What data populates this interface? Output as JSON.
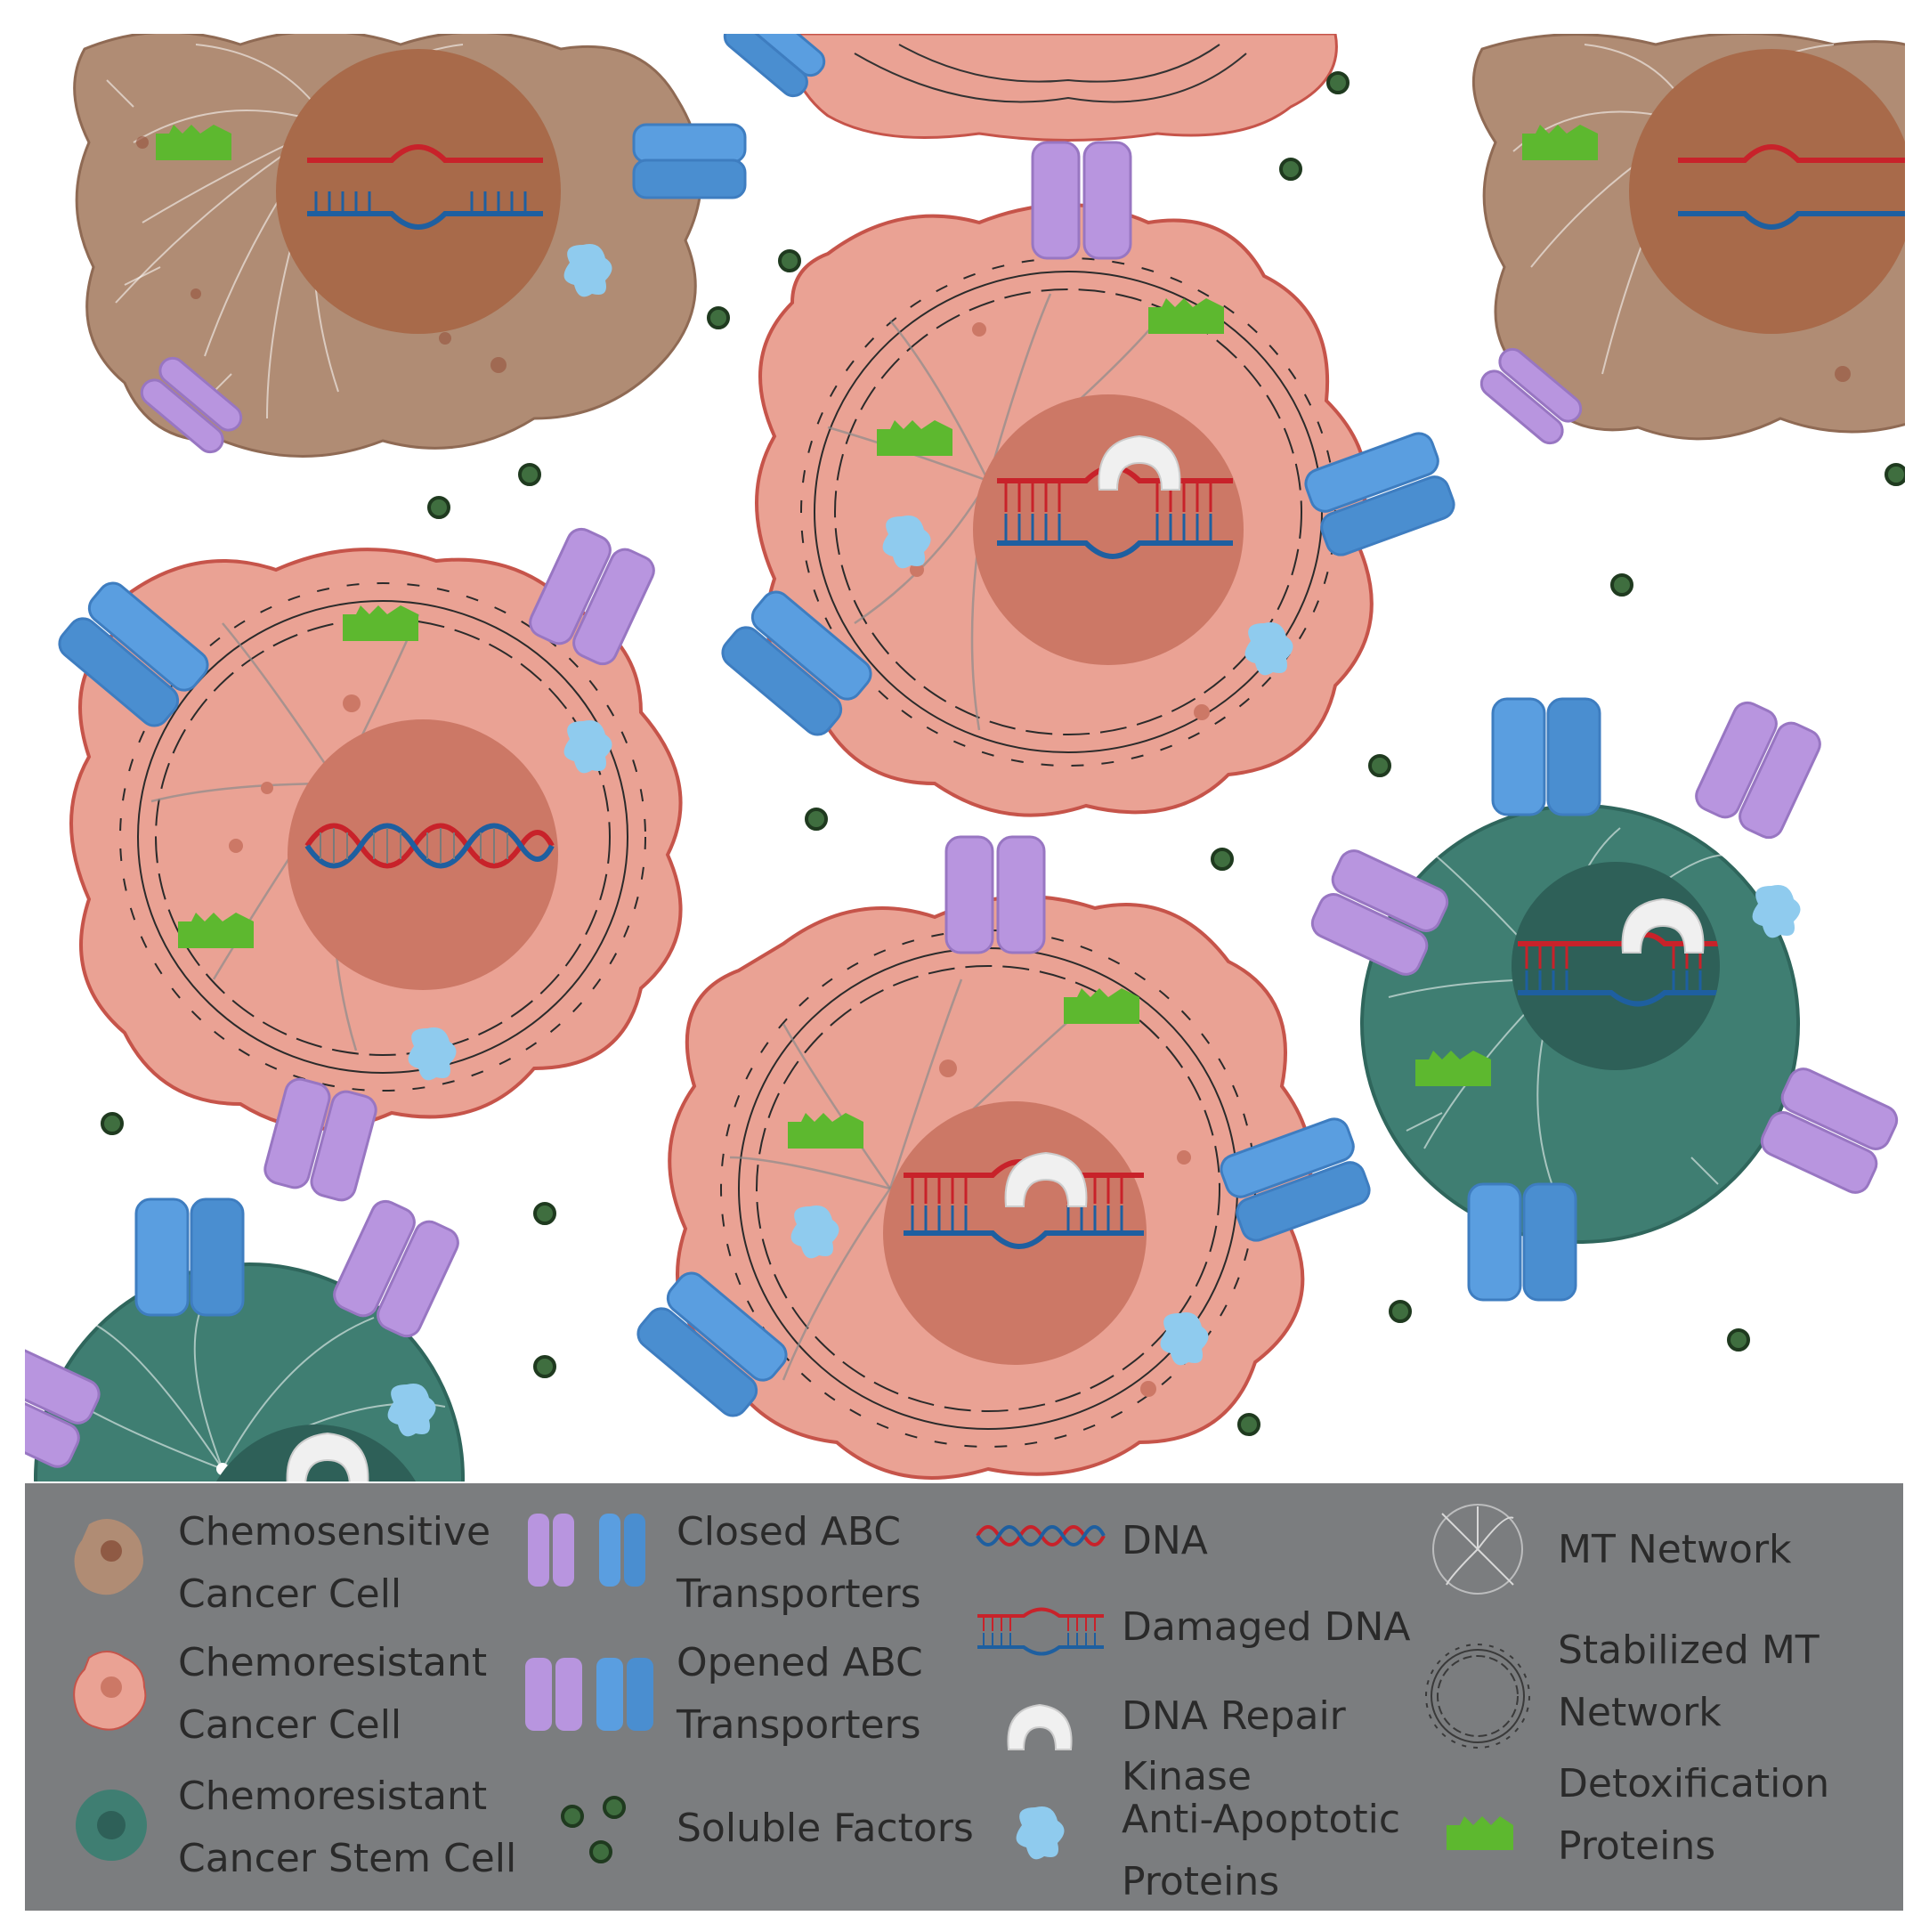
{
  "legend": {
    "chemosensitive": [
      "Chemosensitive",
      "Cancer Cell"
    ],
    "chemoresistant": [
      "Chemoresistant",
      "Cancer Cell"
    ],
    "stem": [
      "Chemoresistant",
      "Cancer Stem Cell"
    ],
    "closed_abc": [
      "Closed ABC",
      "Transporters"
    ],
    "opened_abc": [
      "Opened ABC",
      "Transporters"
    ],
    "soluble": "Soluble Factors",
    "dna": "DNA",
    "damaged_dna": "Damaged DNA",
    "dna_repair": [
      "DNA Repair",
      "Kinase"
    ],
    "anti_apoptotic": [
      "Anti-Apoptotic",
      "Proteins"
    ],
    "mt_network": "MT Network",
    "stabilized_mt": [
      "Stabilized MT",
      "Network"
    ],
    "detox": [
      "Detoxification",
      "Proteins"
    ]
  },
  "colors": {
    "brown_cell": "#b08c74",
    "brown_nucleus": "#a86a4a",
    "pink_cell": "#eaa294",
    "pink_border": "#c6544a",
    "pink_nucleus": "#cc7866",
    "teal_cell": "#3f7e72",
    "teal_nucleus": "#2e6058",
    "purple": "#b895df",
    "blue": "#5a9ee0",
    "green": "#5db82f",
    "light_blue_protein": "#8fcbee",
    "legend_bg": "#7b7d7f",
    "dna_red": "#c8222a",
    "dna_blue": "#1e5fa0"
  }
}
